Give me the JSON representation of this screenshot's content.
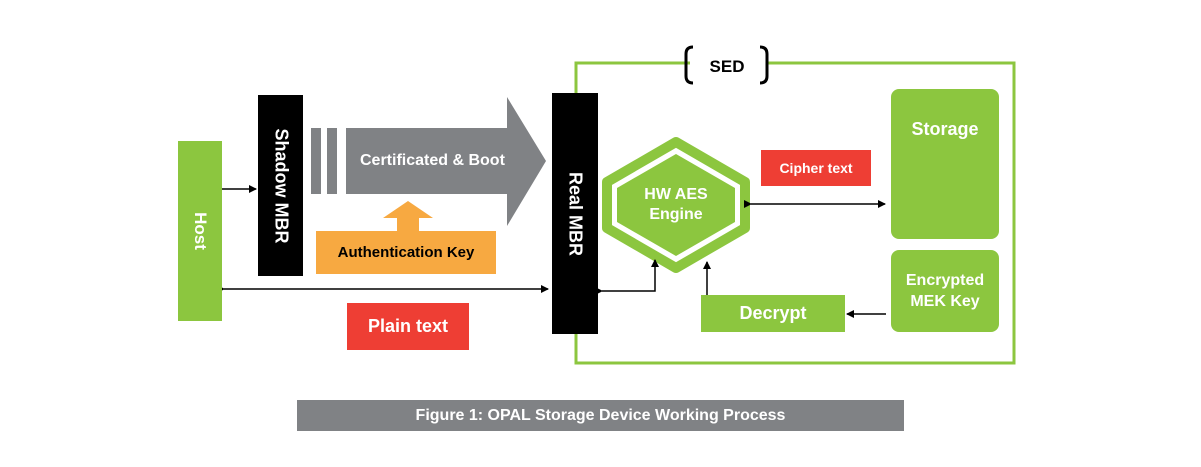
{
  "diagram": {
    "sed_label": "SED",
    "host_label": "Host",
    "shadow_mbr_label": "Shadow MBR",
    "real_mbr_label": "Real MBR",
    "certificated_boot_label": "Certificated & Boot",
    "authentication_key_label": "Authentication Key",
    "plain_text_label": "Plain text",
    "cipher_text_label": "Cipher text",
    "hw_aes_engine_label": "HW AES\nEngine",
    "storage_label": "Storage",
    "encrypted_mek_key_label": "Encrypted\nMEK Key",
    "decrypt_label": "Decrypt",
    "caption": "Figure 1: OPAL Storage Device Working Process"
  },
  "colors": {
    "green": "#8cc63f",
    "black": "#000000",
    "red": "#ee3e34",
    "orange": "#f7a941",
    "gray_arrow": "#808285",
    "caption_bg": "#808285",
    "white": "#ffffff"
  }
}
